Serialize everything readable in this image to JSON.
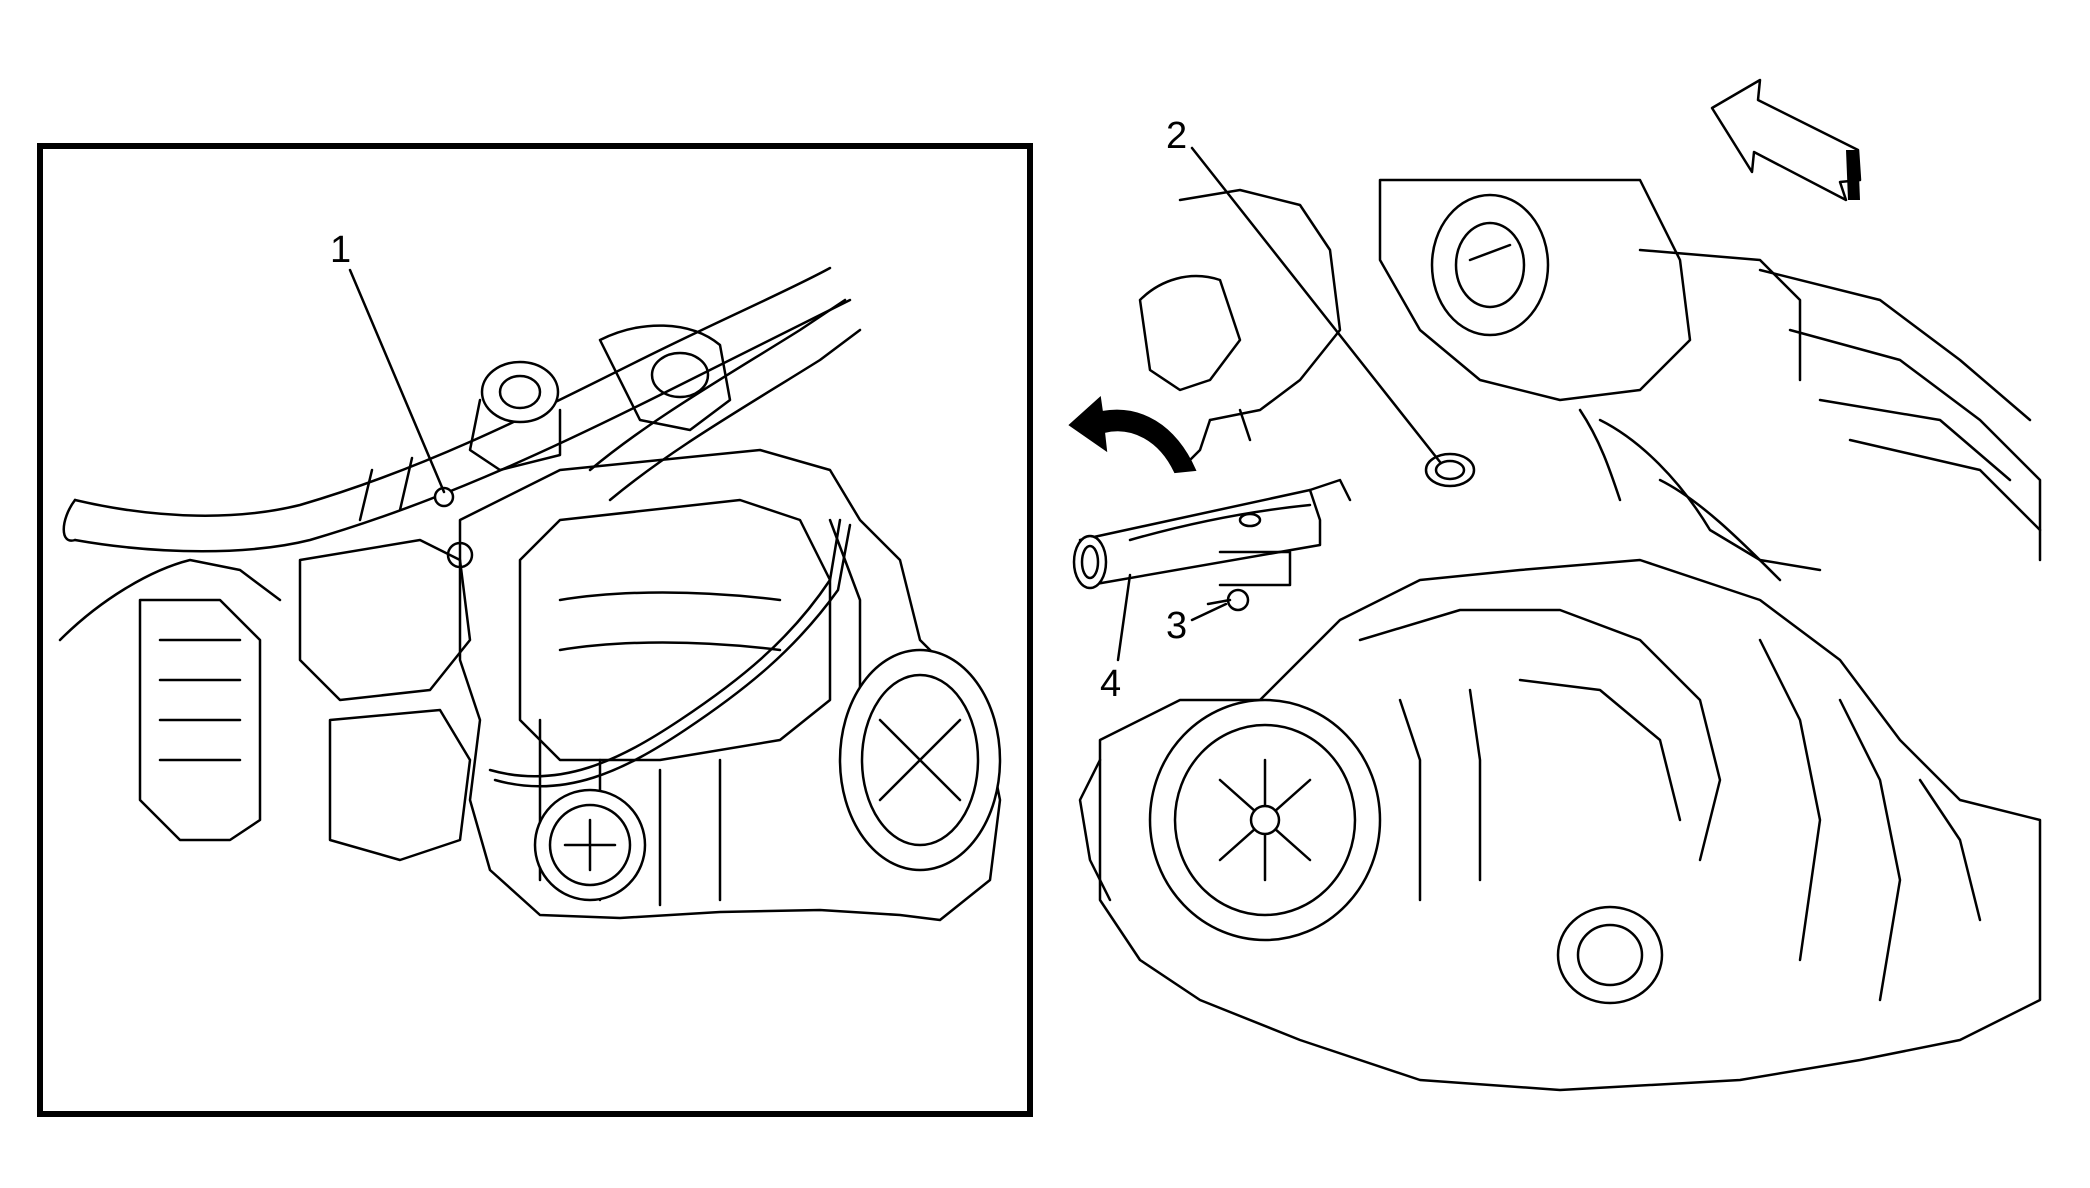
{
  "callouts": {
    "c1": "1",
    "c2": "2",
    "c3": "3",
    "c4": "4"
  },
  "colors": {
    "ink": "#000000",
    "paper": "#ffffff"
  },
  "icons": {
    "direction_arrow": "hollow-arrow-pointing-up-left",
    "removal_arrow": "curved-arrow-pointing-left"
  }
}
